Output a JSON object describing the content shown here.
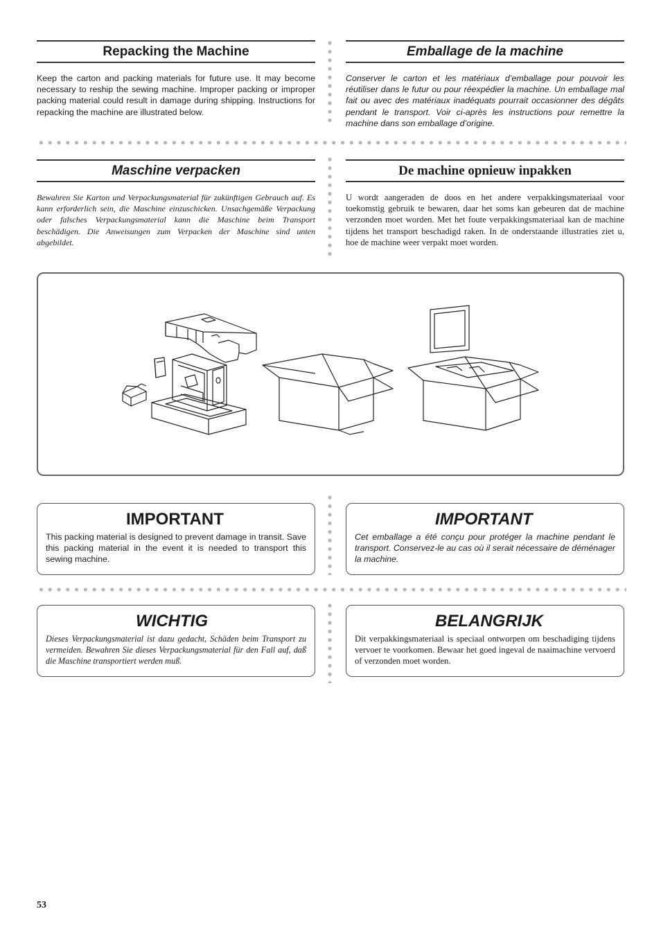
{
  "sections": {
    "en": {
      "title": "Repacking the Machine",
      "text": "Keep the carton and packing materials for future use. It may become necessary to reship the sewing machine. Improper packing or improper packing material could result in damage during shipping. Instructions for repacking the machine are illustrated below."
    },
    "fr": {
      "title": "Emballage de la machine",
      "text": "Conserver le carton et les matériaux d’emballage pour pouvoir les réutiliser dans le futur ou pour réexpédier la machine. Un emballage mal fait ou avec des matériaux inadéquats pourrait occasionner des dégâts pendant le transport. Voir ci-après les instructions pour remettre la machine dans son emballage d’origine."
    },
    "de": {
      "title": "Maschine verpacken",
      "text": "Bewahren Sie Karton und Verpackungsmaterial für zukünftigen Gebrauch auf. Es kann erforderlich sein, die Maschine einzuschicken. Unsachgemäße Verpackung oder falsches Verpackungsmaterial kann die Maschine beim Transport beschädigen. Die Anweisungen zum Verpacken der Maschine sind unten abgebildet."
    },
    "nl": {
      "title": "De machine opnieuw inpakken",
      "text": "U wordt aangeraden de doos en het andere verpakkingsmateriaal voor toekomstig gebruik te bewaren, daar het soms kan gebeuren dat de machine verzonden moet worden. Met het foute verpakkingsmateriaal kan de machine tijdens het transport beschadigd raken. In de onderstaande illustraties ziet u, hoe de machine weer verpakt moet worden."
    }
  },
  "notices": {
    "en": {
      "title": "IMPORTANT",
      "text": "This packing material is designed to prevent damage in transit. Save this packing material in the event it is needed to transport this sewing machine."
    },
    "fr": {
      "title": "IMPORTANT",
      "text": "Cet emballage a été conçu pour protéger la machine pendant le transport. Conservez-le au cas où il serait nécessaire de déménager la machine."
    },
    "de": {
      "title": "WICHTIG",
      "text": "Dieses Verpackungsmaterial ist dazu gedacht, Schäden beim Transport zu vermeiden. Bewahren Sie dieses Verpackungsmaterial für den Fall auf, daß die Maschine transportiert werden muß."
    },
    "nl": {
      "title": "BELANGRIJK",
      "text": "Dit verpakkingsmateriaal is speciaal ontworpen om beschadiging tijdens vervoer te voorkomen. Bewaar het goed ingeval de naaimachine vervoerd of verzonden moet worden."
    }
  },
  "page_number": "53"
}
